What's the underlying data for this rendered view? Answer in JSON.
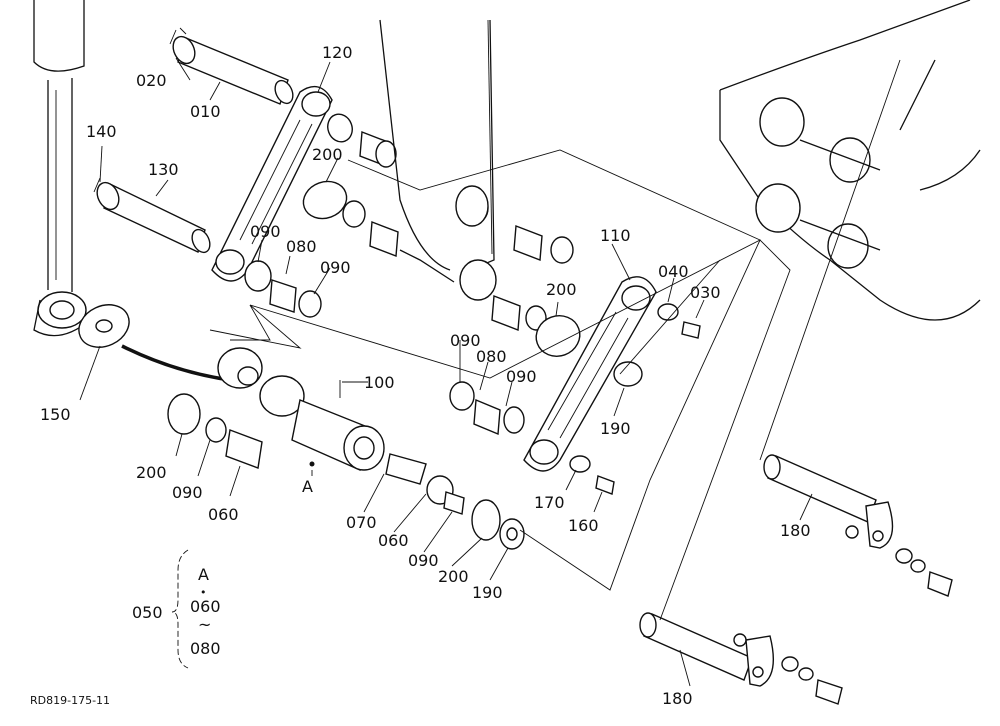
{
  "drawing_code": "RD819-175-11",
  "callouts": {
    "c020": "020",
    "c010": "010",
    "c120": "120",
    "c140": "140",
    "c130": "130",
    "c200a": "200",
    "c090a": "090",
    "c080a": "080",
    "c090b": "090",
    "c150": "150",
    "c100": "100",
    "c090c": "090",
    "c080b": "080",
    "c090d": "090",
    "c200b": "200",
    "c110": "110",
    "c040": "040",
    "c030": "030",
    "c190a": "190",
    "c200c": "200",
    "c090e": "090",
    "c060a": "060",
    "cA": "A",
    "c070": "070",
    "c060b": "060",
    "c090f": "090",
    "c200d": "200",
    "c190b": "190",
    "c170": "170",
    "c160": "160",
    "c180a": "180",
    "c180b": "180"
  },
  "legend": {
    "label": "050",
    "line1": "A",
    "dot": "•",
    "line2": "060",
    "tilde": "~",
    "line3": "080"
  }
}
